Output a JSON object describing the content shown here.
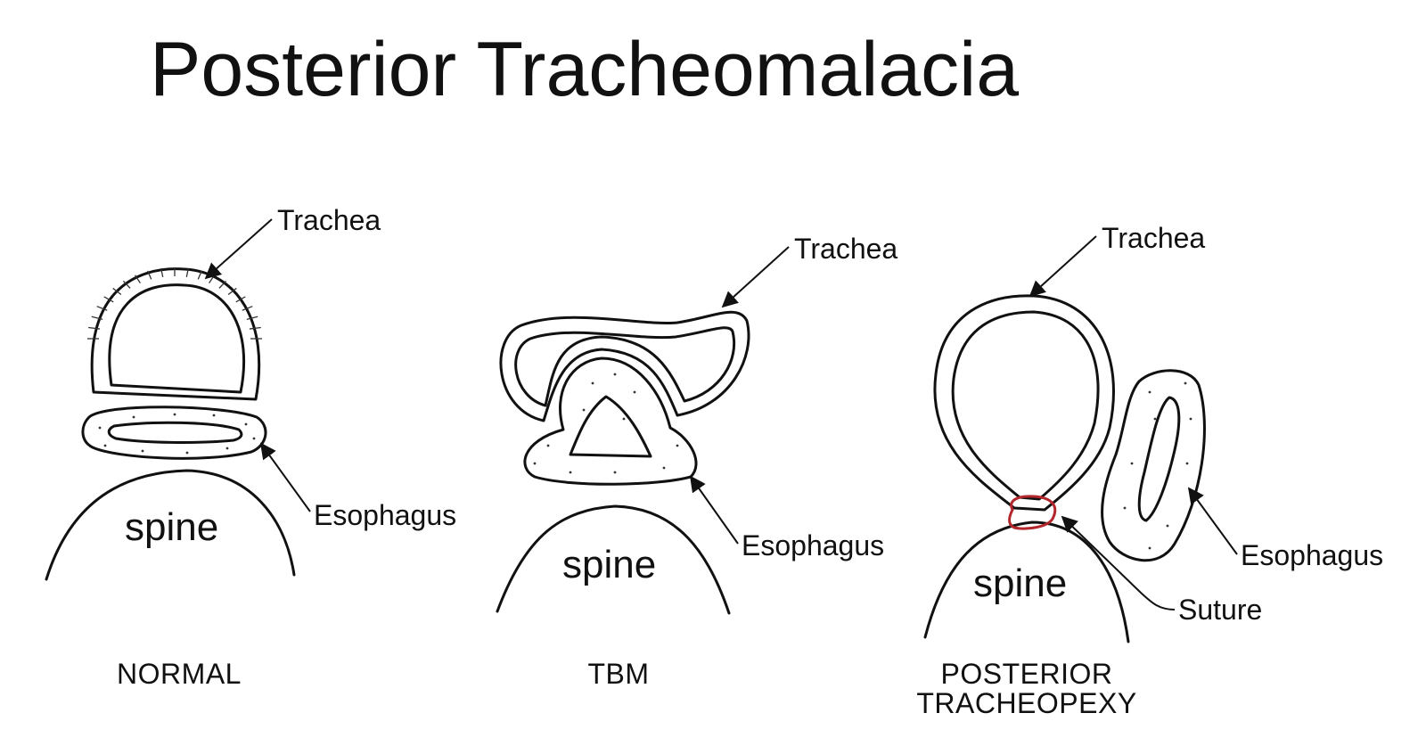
{
  "title": "Posterior Tracheomalacia",
  "colors": {
    "ink": "#111111",
    "background": "#ffffff",
    "suture": "#b3262b"
  },
  "panels": [
    {
      "caption": "NORMAL",
      "trachea_label": "Trachea",
      "esophagus_label": "Esophagus",
      "spine_label": "spine"
    },
    {
      "caption": "TBM",
      "trachea_label": "Trachea",
      "esophagus_label": "Esophagus",
      "spine_label": "spine"
    },
    {
      "caption_line1": "POSTERIOR",
      "caption_line2": "TRACHEOPEXY",
      "trachea_label": "Trachea",
      "esophagus_label": "Esophagus",
      "spine_label": "spine",
      "suture_label": "Suture"
    }
  ]
}
